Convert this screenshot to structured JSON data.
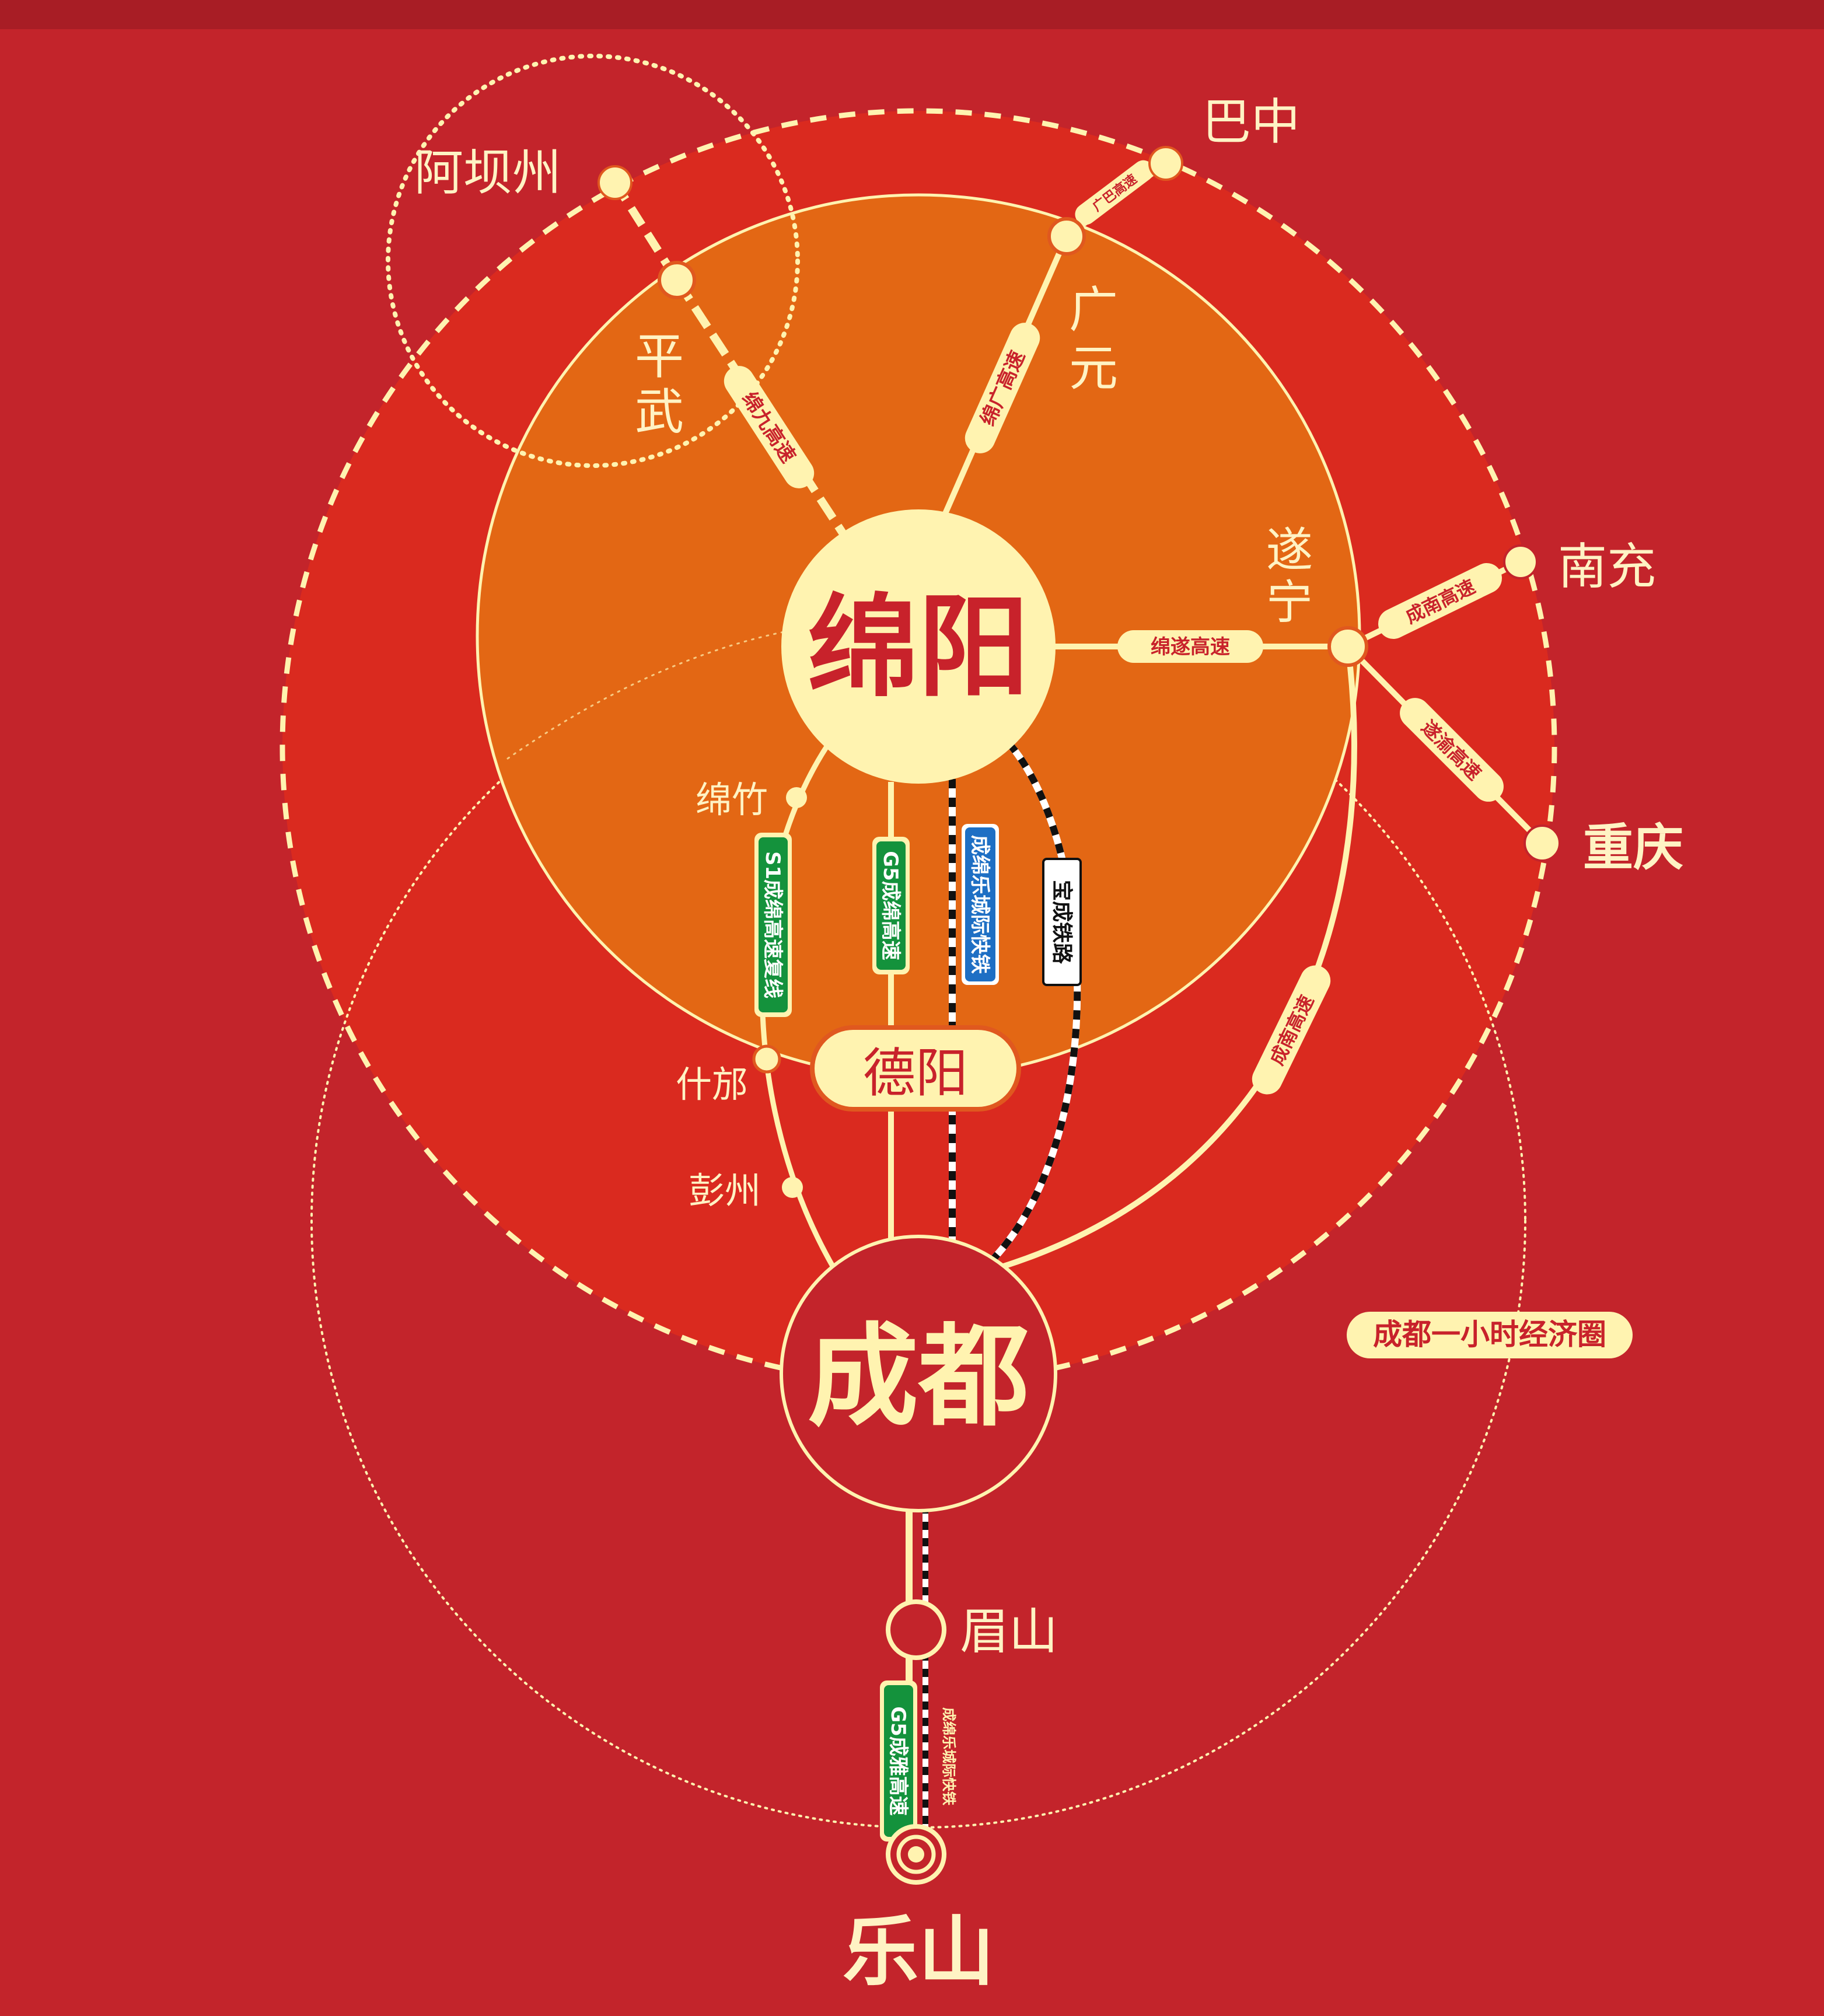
{
  "colors": {
    "background": "#c3242b",
    "outer_zone": "#da2a1f",
    "inner_zone": "#e36714",
    "cream": "#fff3b0",
    "hub_text": "#c8222b",
    "green": "#14923c",
    "blue": "#1e6fc4"
  },
  "hubs": {
    "mianyang": "绵阳",
    "chengdu": "成都",
    "deyang": "德阳"
  },
  "cities": {
    "aba": "阿坝州",
    "pingwu_1": "平",
    "pingwu_2": "武",
    "bazhong": "巴中",
    "guangyuan_1": "广",
    "guangyuan_2": "元",
    "suining_1": "遂",
    "suining_2": "宁",
    "nanchong": "南充",
    "chongqing": "重庆",
    "mianzhu": "绵竹",
    "shifang": "什邡",
    "pengzhou": "彭州",
    "meishan": "眉山",
    "leshan": "乐山"
  },
  "routes": {
    "mianjiu": "绵九高速",
    "mianguang": "绵广高速",
    "guangba": "广巴高速",
    "miansui": "绵遂高速",
    "chengnan_top": "成南高速",
    "suiyu": "遂渝高速",
    "chengnan_bottom": "成南高速",
    "s1": "S1成绵高速复线",
    "g5_north": "G5成绵高速",
    "intercity_north": "成绵乐城际快铁",
    "baocheng": "宝成铁路",
    "g5_south": "G5成雅高速",
    "intercity_south": "成绵乐城际快铁"
  },
  "legend": {
    "economic_circle": "成都一小时经济圈"
  }
}
